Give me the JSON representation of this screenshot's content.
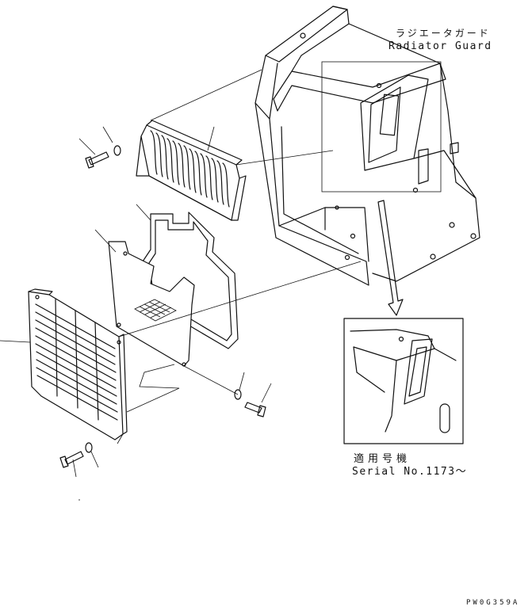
{
  "title_ja": "ラジエータガード",
  "title_en": "Radiator Guard",
  "detail": {
    "applicability_ja": "適用号機",
    "serial": "Serial No.1173～"
  },
  "figure_code": "PW0G359A"
}
